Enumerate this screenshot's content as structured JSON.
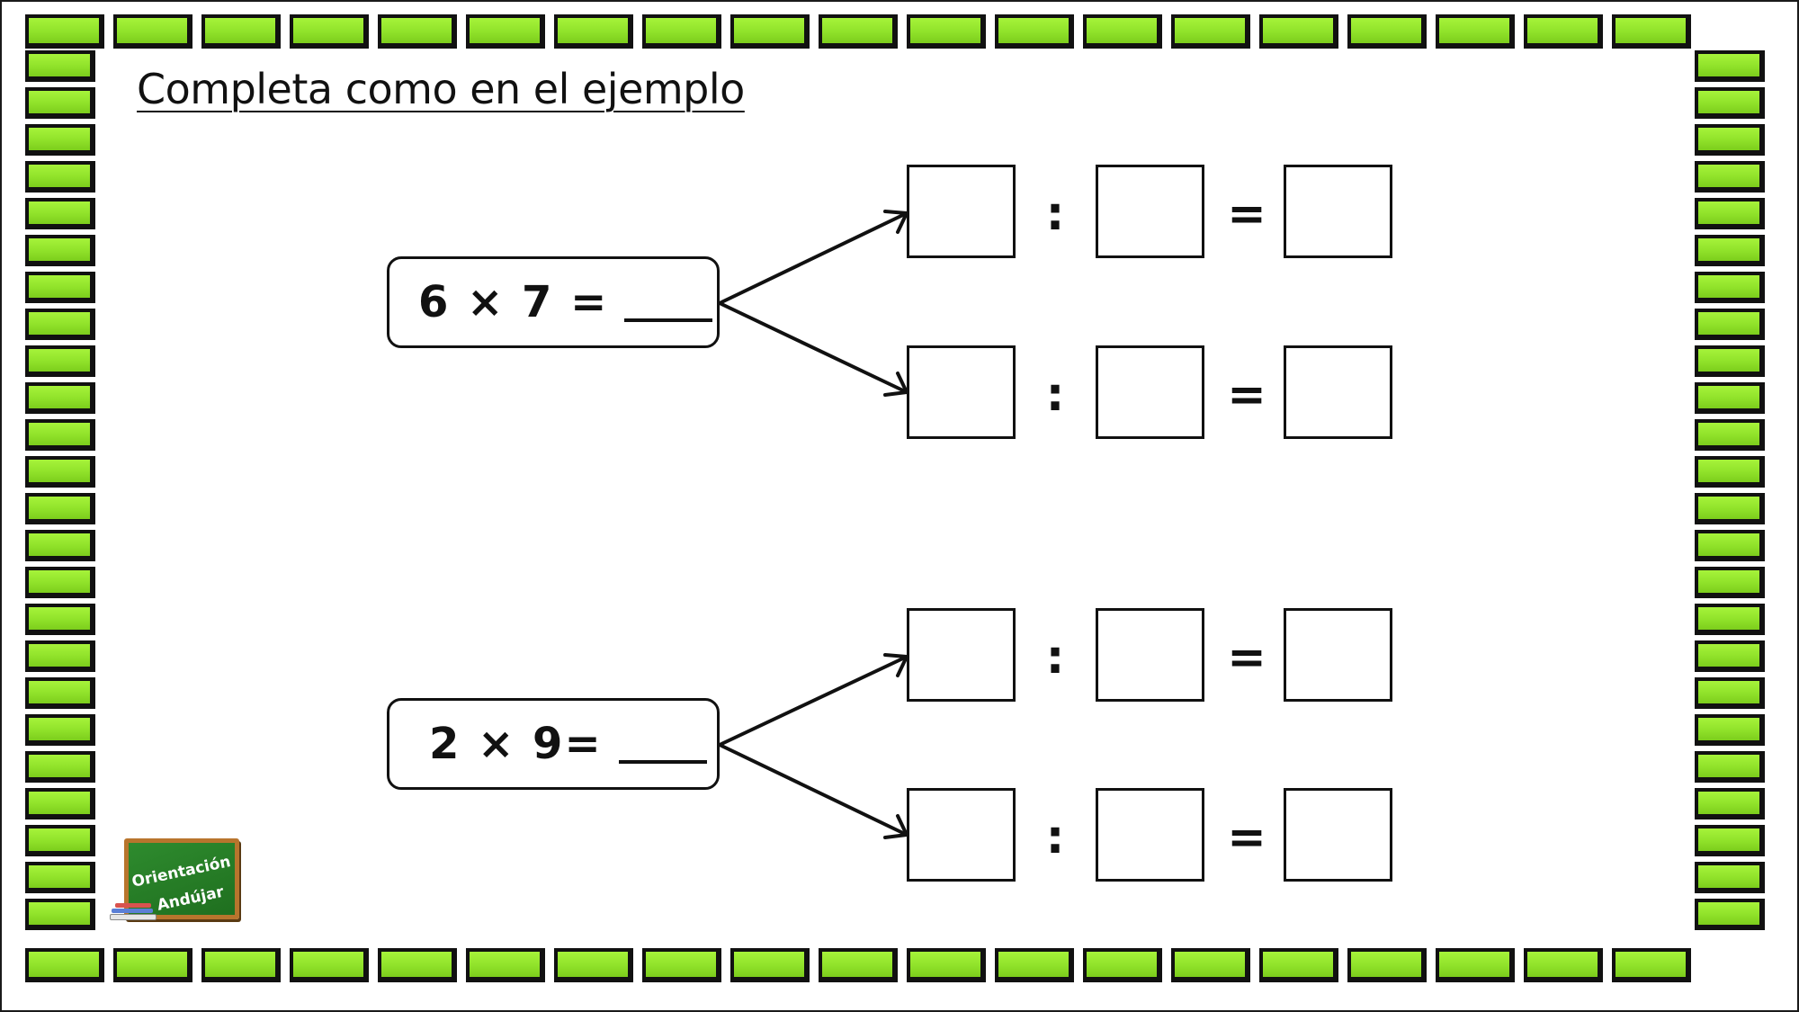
{
  "worksheet": {
    "title": "Completa como en el ejemplo",
    "problems": [
      {
        "expression": "6 × 7 =",
        "rows": [
          {
            "operator": ":",
            "equals": "="
          },
          {
            "operator": ":",
            "equals": "="
          }
        ]
      },
      {
        "expression": "2 × 9=",
        "rows": [
          {
            "operator": ":",
            "equals": "="
          },
          {
            "operator": ":",
            "equals": "="
          }
        ]
      }
    ]
  },
  "logo": {
    "line1": "Orientación",
    "line2": "Andújar",
    "board_color": "#2e8b2e",
    "frame_color": "#b8752d"
  },
  "colors": {
    "border_brick": "#9be636",
    "ink": "#111111"
  }
}
